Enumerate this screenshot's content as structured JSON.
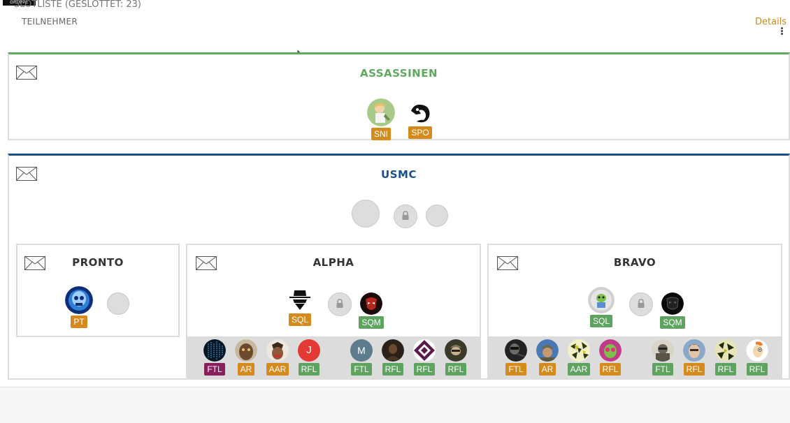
{
  "header": {
    "logo_text": "GRUPPE ADLER",
    "title": "SLOTLISTE (GESLOTTET: 23)"
  },
  "colors": {
    "assassinen": "#5fa85f",
    "usmc": "#1a4f8f",
    "role_orange": "#d48a1c",
    "role_green": "#5ea35f",
    "role_purple": "#8a1f5e",
    "link": "#c9891b"
  },
  "groups": [
    {
      "name": "ASSASSINEN",
      "slots": [
        {
          "role": "SNI",
          "avatar": "cartoon-figure-avatar"
        },
        {
          "role": "SPO",
          "avatar": "black-spiky-creature-avatar"
        }
      ]
    },
    {
      "name": "USMC",
      "slots": [
        {
          "state": "empty"
        },
        {
          "state": "locked"
        },
        {
          "state": "empty"
        }
      ],
      "squads": [
        {
          "name": "PRONTO",
          "slots": [
            {
              "role": "PT",
              "avatar": "blue-skull-avatar"
            },
            {
              "state": "empty"
            }
          ]
        },
        {
          "name": "ALPHA",
          "slots": [
            {
              "role": "SQL",
              "avatar": "hat-spy-avatar"
            },
            {
              "state": "locked"
            },
            {
              "role": "SQM",
              "avatar": "red-mask-avatar"
            }
          ],
          "fireteams": [
            [
              {
                "role": "FTL",
                "avatar": "matrix-avatar"
              },
              {
                "role": "AR",
                "avatar": "beast-avatar"
              },
              {
                "role": "AAR",
                "avatar": "warrior-avatar"
              },
              {
                "role": "RFL",
                "avatar": "letter-avatar",
                "letter": "J"
              }
            ],
            [
              {
                "role": "FTL",
                "avatar": "letter-avatar",
                "letter": "M"
              },
              {
                "role": "RFL",
                "avatar": "dark-figure-avatar"
              },
              {
                "role": "RFL",
                "avatar": "pattern-avatar"
              },
              {
                "role": "RFL",
                "avatar": "soldier-avatar"
              }
            ]
          ]
        },
        {
          "name": "BRAVO",
          "slots": [
            {
              "role": "SQL",
              "avatar": "green-creature-avatar"
            },
            {
              "state": "locked"
            },
            {
              "role": "SQM",
              "avatar": "black-mask-avatar"
            }
          ],
          "fireteams": [
            [
              {
                "role": "FTL",
                "avatar": "soldier-dark-avatar"
              },
              {
                "role": "AR",
                "avatar": "helmet-soldier-avatar"
              },
              {
                "role": "AAR",
                "avatar": "camo-pattern-avatar"
              },
              {
                "role": "RFL",
                "avatar": "pink-alien-avatar"
              }
            ],
            [
              {
                "role": "FTL",
                "avatar": "operator-avatar"
              },
              {
                "role": "RFL",
                "avatar": "face-avatar"
              },
              {
                "role": "RFL",
                "avatar": "camo-avatar"
              },
              {
                "role": "RFL",
                "avatar": "cartoon-head-avatar"
              }
            ]
          ]
        }
      ]
    }
  ],
  "footer": {
    "label": "TEILNEHMER",
    "details_link": "Details"
  }
}
